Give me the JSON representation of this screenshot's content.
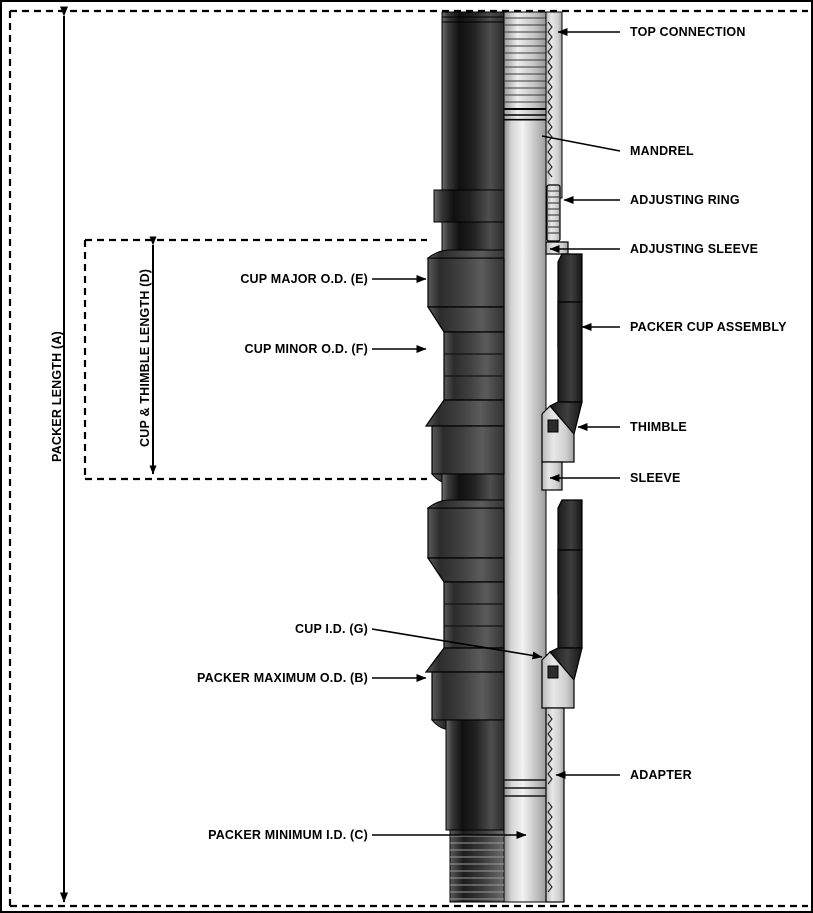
{
  "diagram": {
    "title": "Cup Packer Assembly Cross-Section Diagram",
    "background_color": "#ffffff",
    "line_color": "#000000"
  },
  "dimension_labels": {
    "packer_length": "PACKER LENGTH (A)",
    "cup_thimble_length": "CUP & THIMBLE LENGTH (D)"
  },
  "left_labels": [
    {
      "text": "CUP MAJOR O.D. (E)"
    },
    {
      "text": "CUP MINOR O.D. (F)"
    },
    {
      "text": "CUP I.D. (G)"
    },
    {
      "text": "PACKER MAXIMUM O.D. (B)"
    },
    {
      "text": "PACKER MINIMUM I.D. (C)"
    }
  ],
  "right_labels": [
    {
      "text": "TOP CONNECTION"
    },
    {
      "text": "MANDREL"
    },
    {
      "text": "ADJUSTING RING"
    },
    {
      "text": "ADJUSTING SLEEVE"
    },
    {
      "text": "PACKER CUP ASSEMBLY"
    },
    {
      "text": "THIMBLE"
    },
    {
      "text": "SLEEVE"
    },
    {
      "text": "ADAPTER"
    }
  ]
}
